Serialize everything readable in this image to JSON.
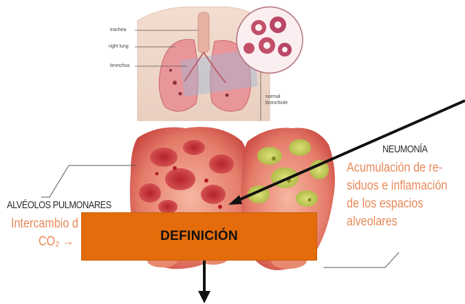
{
  "lung_labels": {
    "trachea": "trachea",
    "right_lung": "right lung",
    "bronchus": "bronchus",
    "normal_bronchiole_1": "normal",
    "normal_bronchiole_2": "bronchiole"
  },
  "left_panel": {
    "title": "ALVÉOLOS PULMONARES",
    "line1": "Intercambio d",
    "line2": "CO₂ →"
  },
  "right_panel": {
    "title": "NEUMONÍA",
    "lines": [
      "Acumulación de re-",
      "siduos e inflamación",
      "de los espacios",
      "alveolares"
    ]
  },
  "definition_box": {
    "label": "DEFINICIÓN"
  },
  "colors": {
    "box_fill": "#e46c0a",
    "orange_text": "#e88a5a",
    "arrow": "#111111"
  }
}
